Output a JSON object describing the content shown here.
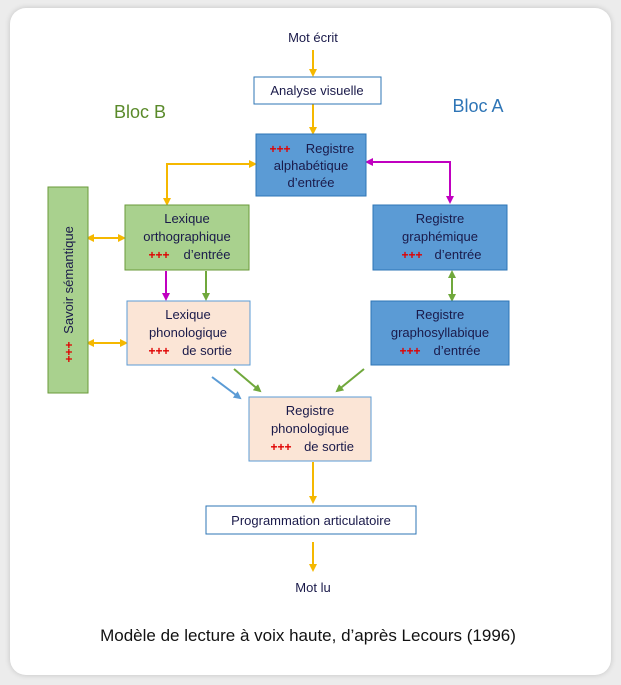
{
  "labels": {
    "mot_ecrit": "Mot écrit",
    "mot_lu": "Mot lu",
    "bloc_b": "Bloc B",
    "bloc_a": "Bloc A",
    "caption": "Modèle de lecture à voix haute, d’après Lecours (1996)"
  },
  "boxes": {
    "analyse": {
      "line1": "Analyse visuelle"
    },
    "registre_alpha": {
      "plus": "+++",
      "line1": "Registre",
      "line2": "alphabétique",
      "line3": "d’entrée"
    },
    "lexique_ortho": {
      "line1": "Lexique",
      "line2": "orthographique",
      "plus": "+++",
      "line3": "d’entrée"
    },
    "registre_graph": {
      "line1": "Registre",
      "line2": "graphémique",
      "plus": "+++",
      "line3": "d’entrée"
    },
    "lexique_phono": {
      "line1": "Lexique",
      "line2": "phonologique",
      "plus": "+++",
      "line3": "de sortie"
    },
    "registre_graphosyl": {
      "line1": "Registre",
      "line2": "graphosyllabique",
      "plus": "+++",
      "line3": "d’entrée"
    },
    "registre_phono": {
      "line1": "Registre",
      "line2": "phonologique",
      "plus": "+++",
      "line3": "de sortie"
    },
    "programmation": {
      "line1": "Programmation articulatoire"
    },
    "savoir": {
      "plus": "+++",
      "line1": "Savoir sémantique"
    }
  },
  "colors": {
    "yellow_arrow": "#f5b800",
    "magenta_arrow": "#c000c0",
    "green_arrow": "#70a83c",
    "blue_arrow": "#5b9bd5",
    "blue_box": "#5b9bd5",
    "green_box": "#a9d18e",
    "peach_box": "#fbe5d6",
    "bloc_b_text": "#5a8a2a",
    "bloc_a_text": "#2e75b6"
  }
}
